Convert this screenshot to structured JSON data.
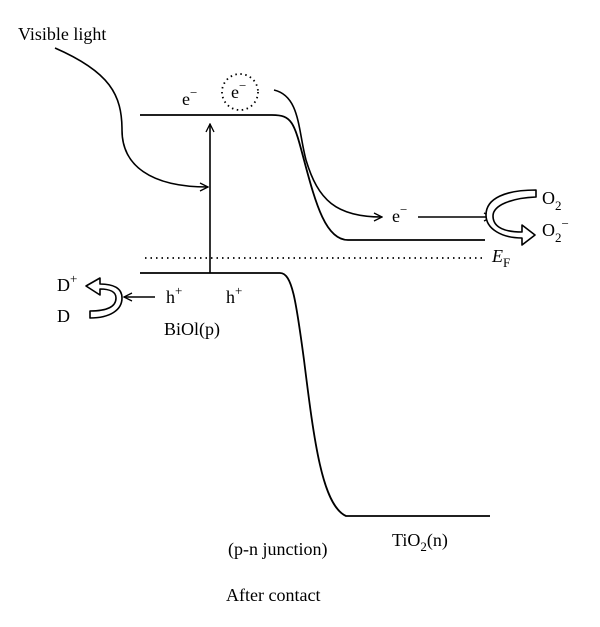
{
  "labels": {
    "visible_light": "Visible light",
    "electron": "e",
    "minus": "−",
    "plus": "+",
    "hole": "h",
    "o2": "O",
    "sub2": "2",
    "donor_oxidized": "D",
    "donor": "D",
    "fermi_e": "E",
    "fermi_sub": "F",
    "biol": "BiOl(p)",
    "tio2_prefix": "TiO",
    "tio2_suffix": "(n)",
    "junction": "(p-n junction)",
    "after_contact": "After contact"
  }
}
